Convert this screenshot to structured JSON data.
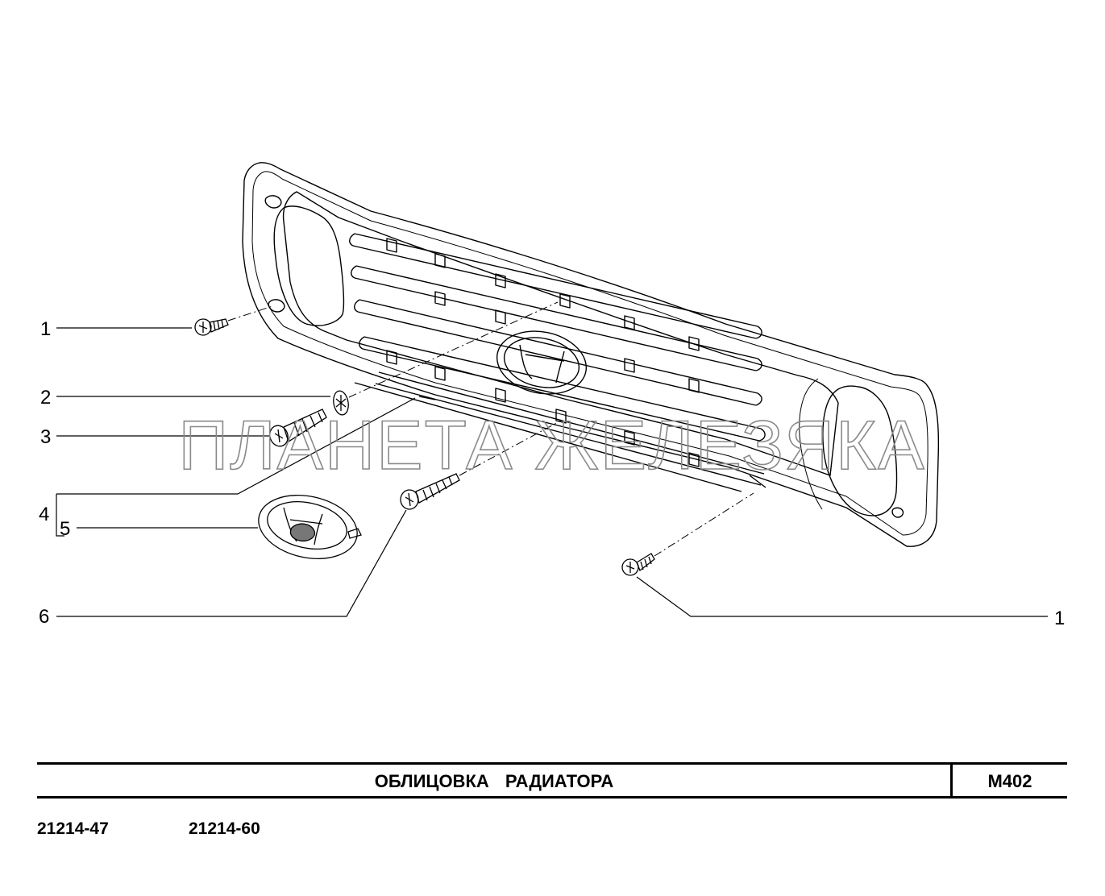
{
  "diagram": {
    "watermark_text": "ПЛАНЕТА ЖЕЛЕЗЯКА",
    "callouts": [
      {
        "id": "c1-left",
        "number": "1"
      },
      {
        "id": "c2",
        "number": "2"
      },
      {
        "id": "c3",
        "number": "3"
      },
      {
        "id": "c4",
        "number": "4"
      },
      {
        "id": "c5",
        "number": "5"
      },
      {
        "id": "c6",
        "number": "6"
      },
      {
        "id": "c1-right",
        "number": "1"
      }
    ]
  },
  "title_block": {
    "title": "ОБЛИЦОВКА РАДИАТОРА",
    "sheet_code": "М402"
  },
  "models": [
    "21214-47",
    "21214-60"
  ],
  "colors": {
    "ink": "#000000",
    "watermark": "#8a8a8a"
  }
}
